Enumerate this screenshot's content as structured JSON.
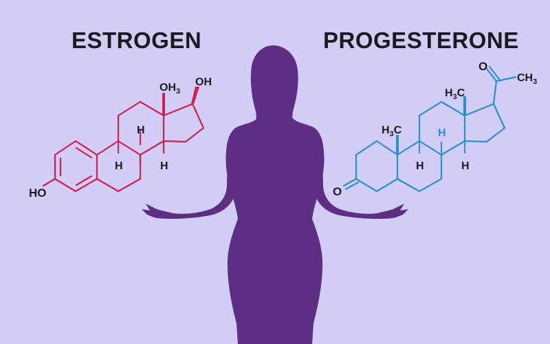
{
  "titles": {
    "left": "ESTROGEN",
    "right": "PROGESTERONE"
  },
  "estrogen": {
    "color": "#d21f4d",
    "labels": {
      "ho": "HO",
      "oh3": "OH",
      "oh3_sub": "3",
      "oh": "OH",
      "h1": "H",
      "h2": "H",
      "h3": "H"
    }
  },
  "progesterone": {
    "color": "#2b8fce",
    "labels": {
      "o_ketone": "O",
      "o_acetyl": "O",
      "ch3": "CH",
      "ch3_sub": "3",
      "h3c_top": "H",
      "h3c_top_sub": "3",
      "h3c_top_c": "C",
      "h3c_left": "H",
      "h3c_left_sub": "3",
      "h3c_left_c": "C",
      "h_blue": "H",
      "h1": "H",
      "h2": "H"
    }
  },
  "silhouette": {
    "color": "#5e2e82"
  }
}
